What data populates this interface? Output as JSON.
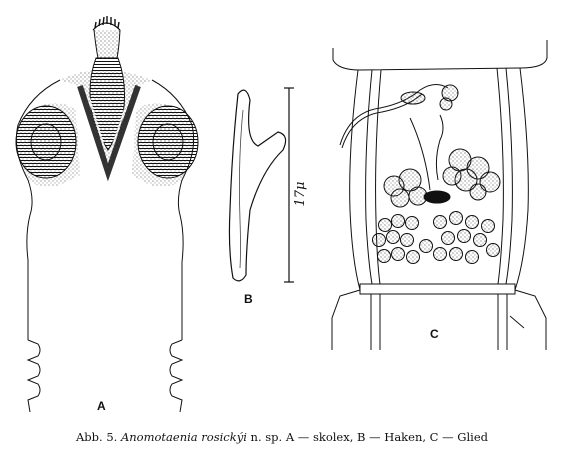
{
  "figure": {
    "labels": {
      "a": "A",
      "b": "B",
      "c": "C"
    },
    "scale_bar_label": "17μ"
  },
  "caption": {
    "prefix": "Abb. 5.",
    "species": "Anomotaenia rosickýi",
    "suffix": "n. sp. A — skolex, B — Haken, C — Glied"
  }
}
